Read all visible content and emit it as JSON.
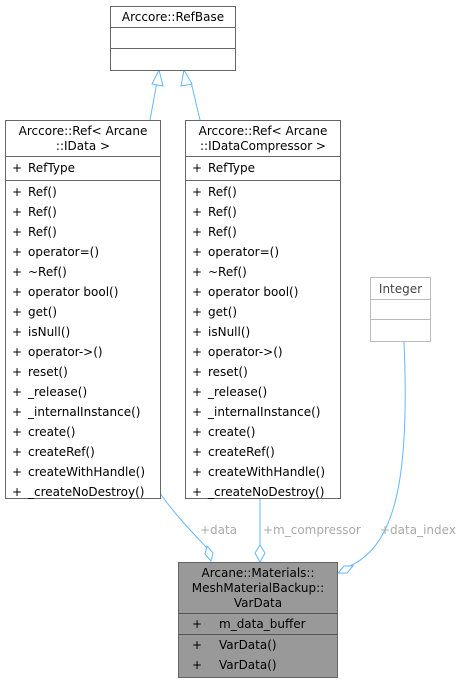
{
  "classes": {
    "refbase": {
      "title": "Arccore::RefBase"
    },
    "ref_idata": {
      "title_lines": [
        "Arccore::Ref< Arcane",
        "::IData >"
      ],
      "attributes": [
        {
          "vis": "+",
          "name": "RefType"
        }
      ],
      "methods": [
        {
          "vis": "+",
          "name": "Ref()"
        },
        {
          "vis": "+",
          "name": "Ref()"
        },
        {
          "vis": "+",
          "name": "Ref()"
        },
        {
          "vis": "+",
          "name": "operator=()"
        },
        {
          "vis": "+",
          "name": "~Ref()"
        },
        {
          "vis": "+",
          "name": "operator bool()"
        },
        {
          "vis": "+",
          "name": "get()"
        },
        {
          "vis": "+",
          "name": "isNull()"
        },
        {
          "vis": "+",
          "name": "operator->()"
        },
        {
          "vis": "+",
          "name": "reset()"
        },
        {
          "vis": "+",
          "name": "_release()"
        },
        {
          "vis": "+",
          "name": "_internalInstance()"
        },
        {
          "vis": "+",
          "name": "create()"
        },
        {
          "vis": "+",
          "name": "createRef()"
        },
        {
          "vis": "+",
          "name": "createWithHandle()"
        },
        {
          "vis": "+",
          "name": "_createNoDestroy()"
        }
      ]
    },
    "ref_icompressor": {
      "title_lines": [
        "Arccore::Ref< Arcane",
        "::IDataCompressor >"
      ],
      "attributes": [
        {
          "vis": "+",
          "name": "RefType"
        }
      ],
      "methods": [
        {
          "vis": "+",
          "name": "Ref()"
        },
        {
          "vis": "+",
          "name": "Ref()"
        },
        {
          "vis": "+",
          "name": "Ref()"
        },
        {
          "vis": "+",
          "name": "operator=()"
        },
        {
          "vis": "+",
          "name": "~Ref()"
        },
        {
          "vis": "+",
          "name": "operator bool()"
        },
        {
          "vis": "+",
          "name": "get()"
        },
        {
          "vis": "+",
          "name": "isNull()"
        },
        {
          "vis": "+",
          "name": "operator->()"
        },
        {
          "vis": "+",
          "name": "reset()"
        },
        {
          "vis": "+",
          "name": "_release()"
        },
        {
          "vis": "+",
          "name": "_internalInstance()"
        },
        {
          "vis": "+",
          "name": "create()"
        },
        {
          "vis": "+",
          "name": "createRef()"
        },
        {
          "vis": "+",
          "name": "createWithHandle()"
        },
        {
          "vis": "+",
          "name": "_createNoDestroy()"
        }
      ]
    },
    "integer": {
      "title": "Integer"
    },
    "vardata": {
      "title_lines": [
        "Arcane::Materials::",
        "MeshMaterialBackup::",
        "VarData"
      ],
      "attributes": [
        {
          "vis": "+",
          "name": "m_data_buffer"
        }
      ],
      "methods": [
        {
          "vis": "+",
          "name": "VarData()"
        },
        {
          "vis": "+",
          "name": "VarData()"
        }
      ]
    }
  },
  "edge_labels": {
    "data": "+data",
    "m_compressor": "+m_compressor",
    "data_index": "+data_index"
  },
  "colors": {
    "edge": "#63b8ff",
    "focus_fill": "#999999",
    "border": "#666666",
    "label": "#aaaaaa"
  }
}
